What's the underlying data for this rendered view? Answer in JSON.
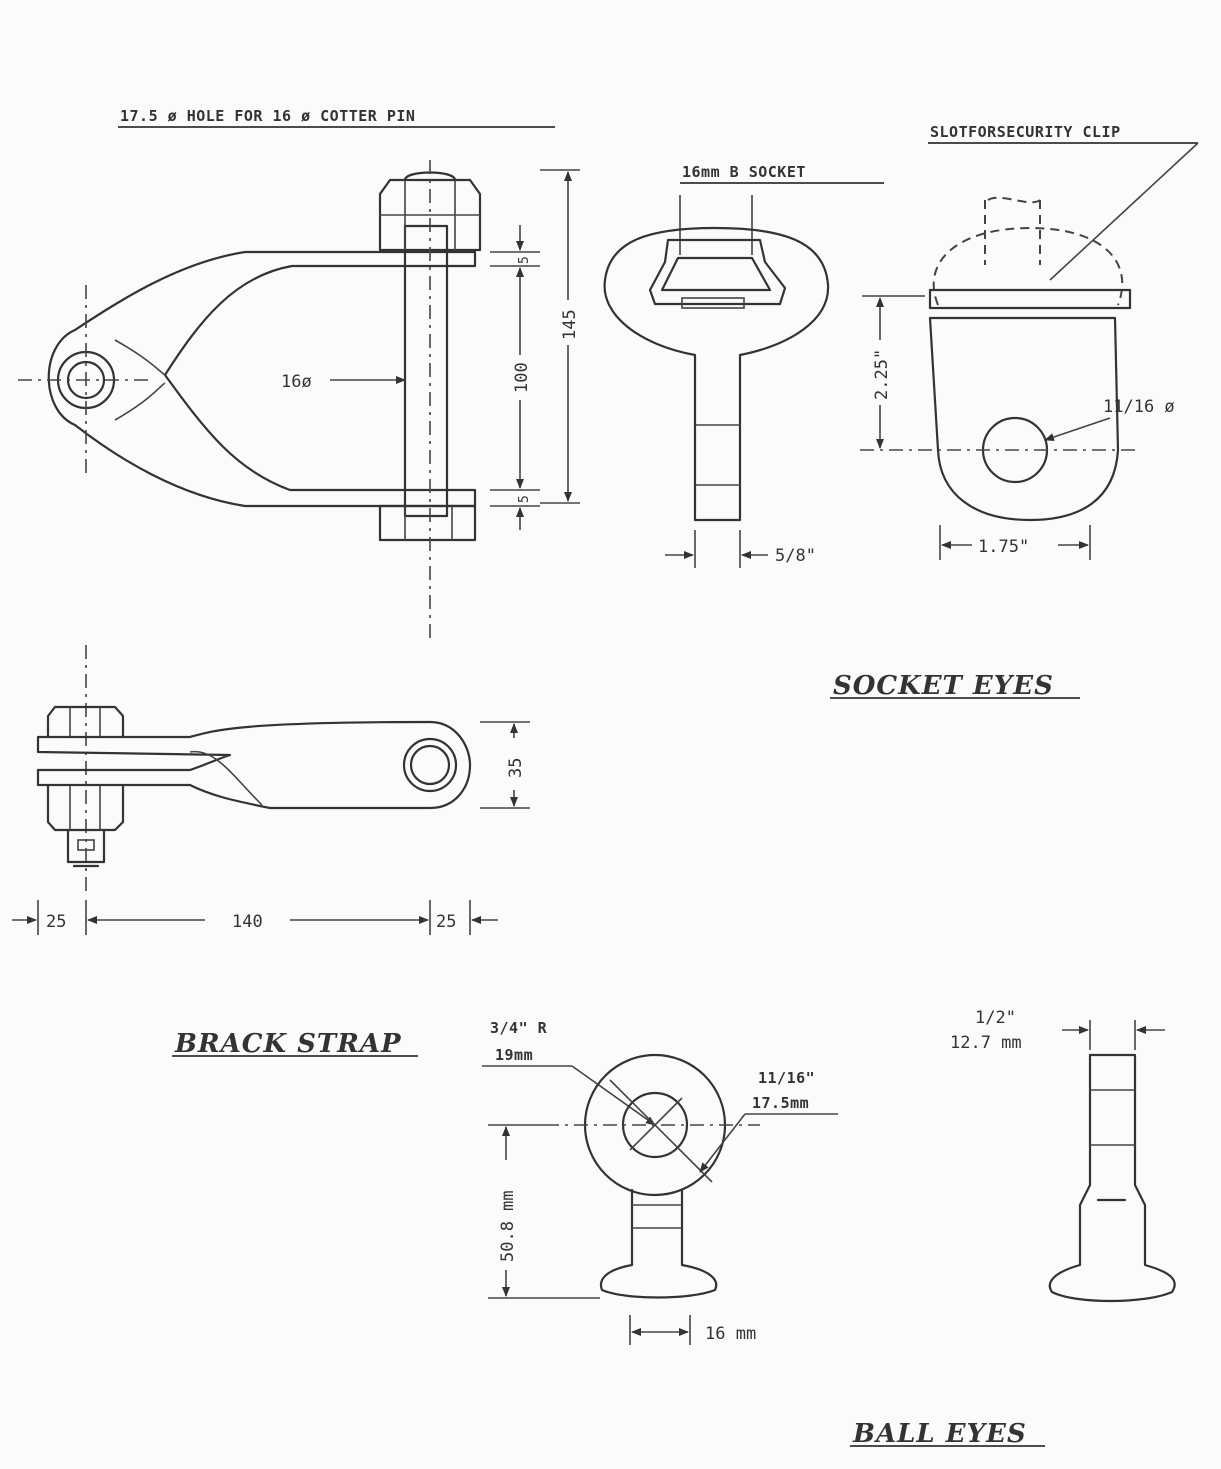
{
  "brack_strap": {
    "title": "BRACK STRAP",
    "hole_note": "17.5 ø HOLE FOR 16 ø COTTER PIN",
    "pin_dia": "16ø",
    "dim_145": "145",
    "dim_100": "100",
    "dim_5_top": "5",
    "dim_5_bottom": "5",
    "dim_35": "35",
    "dim_25_left": "25",
    "dim_140": "140",
    "dim_25_right": "25"
  },
  "socket_eyes": {
    "title": "SOCKET EYES",
    "socket_note": "16mm B SOCKET",
    "slot_note": "SLOTFORSECURITY CLIP",
    "dim_5_8": "5/8\"",
    "dim_2_25": "2.25\"",
    "dim_11_16": "11/16 ø",
    "dim_1_75": "1.75\""
  },
  "ball_eyes": {
    "title": "BALL EYES",
    "radius_in": "3/4\" R",
    "radius_mm": "19mm",
    "hole_in": "11/16\"",
    "hole_mm": "17.5mm",
    "dim_50_8": "50.8 mm",
    "dim_16": "16 mm",
    "dim_half_in": "1/2\"",
    "dim_12_7": "12.7 mm"
  }
}
